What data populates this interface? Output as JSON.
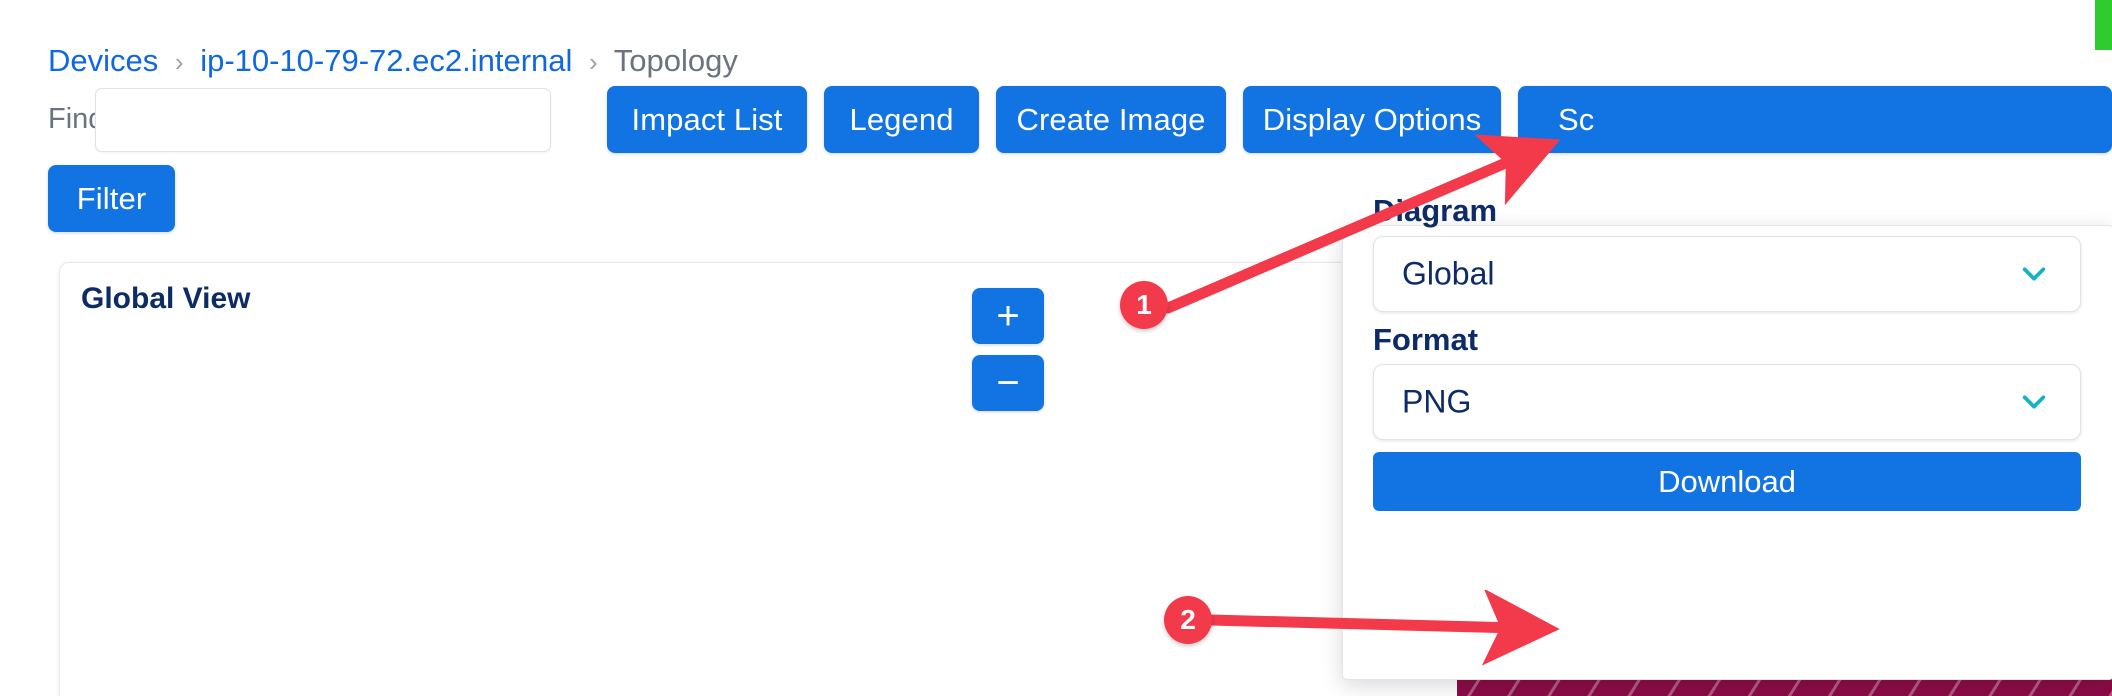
{
  "breadcrumb": {
    "items": [
      {
        "label": "Devices",
        "type": "link"
      },
      {
        "label": "ip-10-10-79-72.ec2.internal",
        "type": "link"
      },
      {
        "label": "Topology",
        "type": "current"
      }
    ],
    "separator": "›"
  },
  "toolbar": {
    "find_label": "Find",
    "find_value": "",
    "find_placeholder": "",
    "filter_label": "Filter",
    "buttons": [
      {
        "label": "Impact List",
        "name": "impact-list-button"
      },
      {
        "label": "Legend",
        "name": "legend-button"
      },
      {
        "label": "Create Image",
        "name": "create-image-button"
      },
      {
        "label": "Display Options",
        "name": "display-options-button"
      },
      {
        "label": "Sc",
        "name": "partial-button"
      }
    ]
  },
  "canvas": {
    "title": "Global View",
    "zoom_in_label": "+",
    "zoom_out_label": "−"
  },
  "create_image_panel": {
    "diagram_label": "Diagram",
    "diagram_value": "Global",
    "format_label": "Format",
    "format_value": "PNG",
    "download_label": "Download",
    "chevron_icon": "chevron-down-icon"
  },
  "annotations": [
    {
      "number": "1",
      "target": "create-image-button"
    },
    {
      "number": "2",
      "target": "download-button"
    }
  ],
  "colors": {
    "primary_blue": "#1274e3",
    "link_blue": "#1068e0",
    "navy": "#0d2b66",
    "chevron_teal": "#0fb3c8",
    "annotation_red": "#f23a4b",
    "status_green": "#2ECC2E",
    "hatch_maroon": "#8c0a45"
  }
}
